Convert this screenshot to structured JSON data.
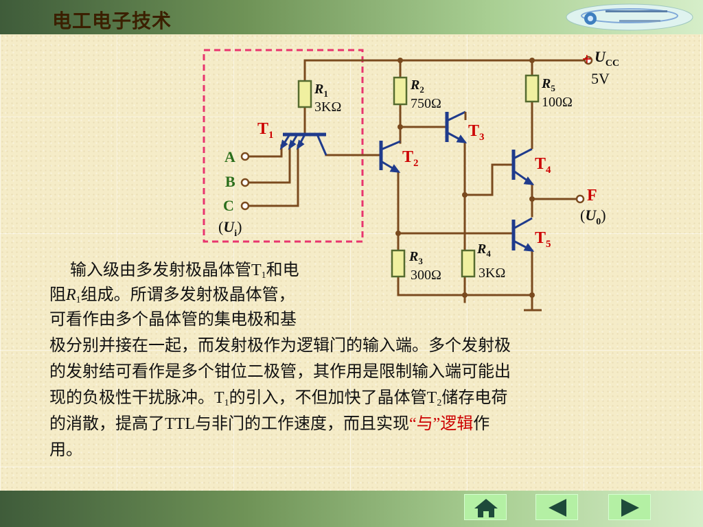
{
  "header": {
    "title": "电工电子技术"
  },
  "circuit": {
    "supply_label": "U",
    "supply_sub": "CC",
    "supply_value": "5V",
    "plus": "+",
    "r1": {
      "name": "R",
      "sub": "1",
      "value": "3KΩ"
    },
    "r2": {
      "name": "R",
      "sub": "2",
      "value": "750Ω"
    },
    "r3": {
      "name": "R",
      "sub": "3",
      "value": "300Ω"
    },
    "r4": {
      "name": "R",
      "sub": "4",
      "value": "3KΩ"
    },
    "r5": {
      "name": "R",
      "sub": "5",
      "value": "100Ω"
    },
    "t1": {
      "name": "T",
      "sub": "1"
    },
    "t2": {
      "name": "T",
      "sub": "2"
    },
    "t3": {
      "name": "T",
      "sub": "3"
    },
    "t4": {
      "name": "T",
      "sub": "4"
    },
    "t5": {
      "name": "T",
      "sub": "5"
    },
    "input_a": "A",
    "input_b": "B",
    "input_c": "C",
    "input_paren_open": "(",
    "input_label": "U",
    "input_sub": "i",
    "input_paren_close": ")",
    "output_label": "F",
    "output_paren_open": "(",
    "output_value": "U",
    "output_sub": "0",
    "output_paren_close": ")"
  },
  "text": {
    "p1a": "输入级由多发射极晶体管T",
    "p1a_sub": "1",
    "p1b": "和电",
    "p2a": "阻",
    "p2r": "R",
    "p2r_sub": "1",
    "p2b": "组成。所谓多发射极晶体管，",
    "p3": "可看作由多个晶体管的集电极和基",
    "p4": "极分别并接在一起，而发射极作为逻辑门的输入端。多个发射极",
    "p5": "的发射结可看作是多个钳位二极管，其作用是限制输入端可能出",
    "p6a": "现的负极性干扰脉冲。T",
    "p6a_sub": "1",
    "p6b": "的引入，不但加快了晶体管T",
    "p6b_sub": "2",
    "p6c": "储存电荷",
    "p7a": "的消散，提高了TTL与非门的工作速度，而且实现",
    "p7hl": "“与”逻辑",
    "p7b": "作",
    "p8": "用。"
  },
  "nav": {
    "home_icon": "home-icon",
    "prev_icon": "triangle-left-icon",
    "next_icon": "triangle-right-icon"
  },
  "colors": {
    "wire": "#7a4a1e",
    "resistor": "#f0f0a0",
    "resistor_border": "#556b2f",
    "label_red": "#cc0000",
    "label_green": "#2b6e1c",
    "dash": "#e8356e",
    "transistor": "#1f3b8c",
    "highlight": "#cc0000",
    "bar_dark": "#3f5c3a",
    "bar_light": "#d6eec9",
    "button": "#b4f0a4"
  }
}
